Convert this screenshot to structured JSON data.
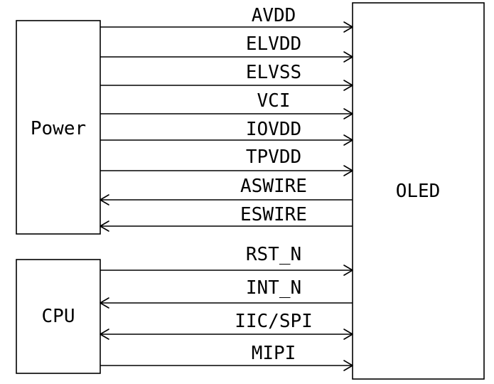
{
  "blocks": {
    "power": "Power",
    "cpu": "CPU",
    "oled": "OLED"
  },
  "signals": [
    {
      "label": "AVDD",
      "direction": "to-oled"
    },
    {
      "label": "ELVDD",
      "direction": "to-oled"
    },
    {
      "label": "ELVSS",
      "direction": "to-oled"
    },
    {
      "label": "VCI",
      "direction": "to-oled"
    },
    {
      "label": "IOVDD",
      "direction": "to-oled"
    },
    {
      "label": "TPVDD",
      "direction": "to-oled"
    },
    {
      "label": "ASWIRE",
      "direction": "from-oled"
    },
    {
      "label": "ESWIRE",
      "direction": "from-oled"
    },
    {
      "label": "RST_N",
      "direction": "to-oled"
    },
    {
      "label": "INT_N",
      "direction": "from-oled"
    },
    {
      "label": "IIC/SPI",
      "direction": "bidirectional"
    },
    {
      "label": "MIPI",
      "direction": "to-oled"
    }
  ]
}
